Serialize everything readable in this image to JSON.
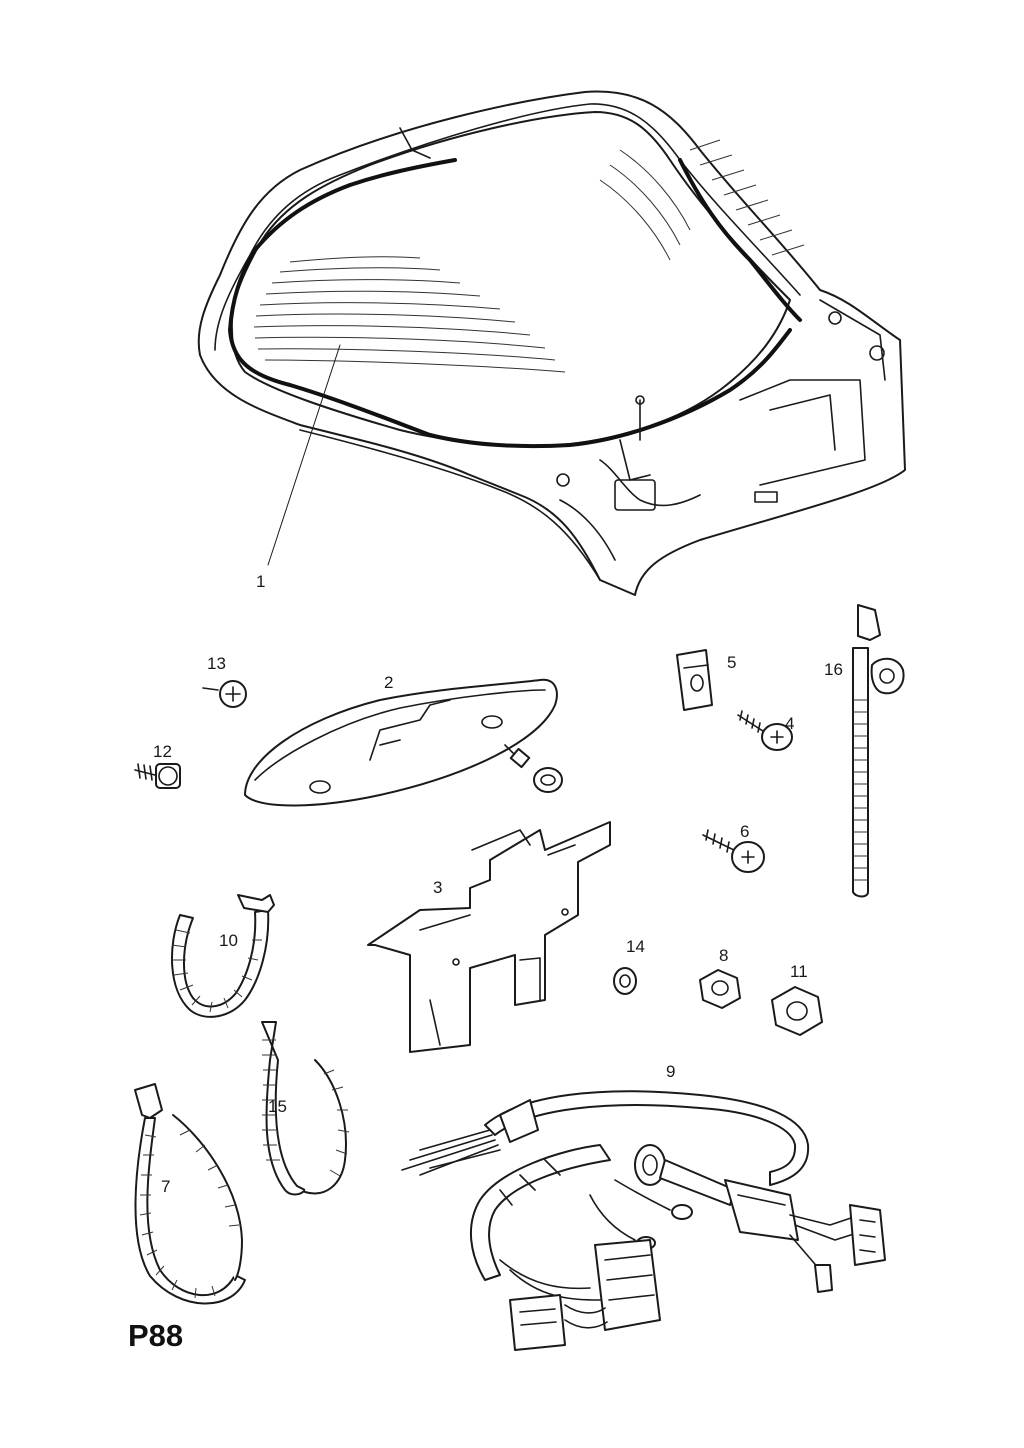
{
  "parts": {
    "p1": "1",
    "p2": "2",
    "p3": "3",
    "p4": "4",
    "p5": "5",
    "p6": "6",
    "p7": "7",
    "p8": "8",
    "p9": "9",
    "p10": "10",
    "p11": "11",
    "p12": "12",
    "p13": "13",
    "p14": "14",
    "p15": "15",
    "p16": "16"
  },
  "page_code": "P88"
}
